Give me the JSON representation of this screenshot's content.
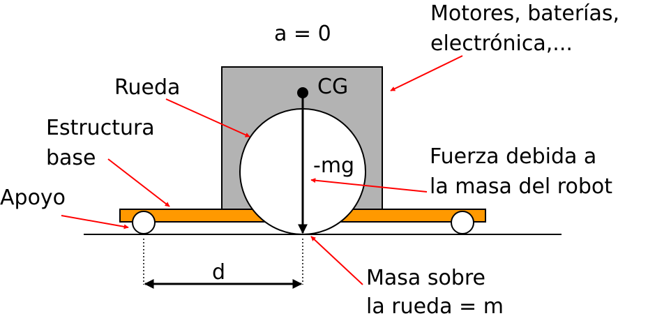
{
  "labels": {
    "acceleration": "a = 0",
    "components_line1": "Motores, baterías,",
    "components_line2": "electrónica,...",
    "wheel": "Rueda",
    "center_of_gravity": "CG",
    "base_line1": "Estructura",
    "base_line2": "base",
    "force_vector": "-mg",
    "force_desc_line1": "Fuerza debida a",
    "force_desc_line2": "la masa del robot",
    "support": "Apoyo",
    "distance": "d",
    "mass_line1": "Masa sobre",
    "mass_line2": "la rueda = m"
  },
  "colors": {
    "body": "#b3b3b3",
    "base": "#ff9900",
    "callout_arrow": "#ff0000",
    "outline": "#000000",
    "wheel": "#ffffff"
  }
}
